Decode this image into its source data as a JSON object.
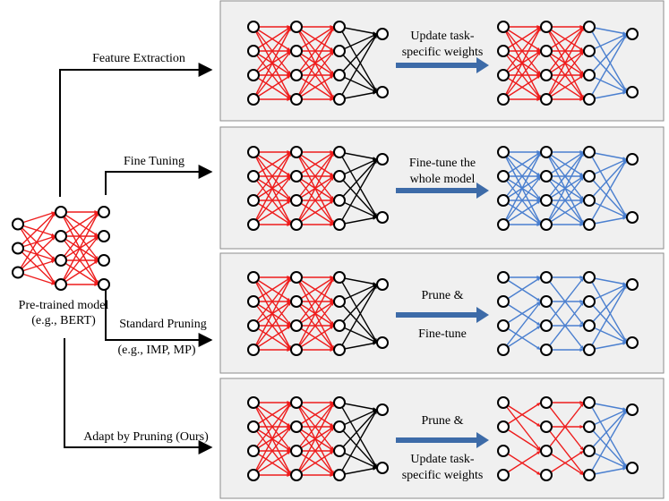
{
  "source": {
    "caption_line1": "Pre-trained model",
    "caption_line2": "(e.g., BERT)"
  },
  "branches": [
    {
      "label": "Feature Extraction",
      "sublabel": "",
      "action_lines": [
        "Update task-",
        "specific weights"
      ],
      "input_net": "pretrained",
      "output_net": "feature_extraction"
    },
    {
      "label": "Fine Tuning",
      "sublabel": "",
      "action_lines": [
        "Fine-tune the",
        "whole model"
      ],
      "input_net": "pretrained",
      "output_net": "fine_tuning"
    },
    {
      "label": "Standard Pruning",
      "sublabel": "(e.g., IMP, MP)",
      "action_lines": [
        "Prune &",
        "Fine-tune"
      ],
      "input_net": "pretrained",
      "output_net": "standard_pruning"
    },
    {
      "label": "Adapt by Pruning (Ours)",
      "sublabel": "",
      "action_lines": [
        "Prune &",
        "Update task-",
        "specific weights"
      ],
      "input_net": "pretrained",
      "output_net": "adapt_by_pruning"
    }
  ],
  "colors": {
    "frozen_edge": "#ee1c1c",
    "trainable_edge": "#4a7fcf",
    "head_edge": "#000000",
    "arrow_fill": "#3d6ba8",
    "panel_fill": "#f0f0f0",
    "panel_border": "#8c8c8c"
  }
}
